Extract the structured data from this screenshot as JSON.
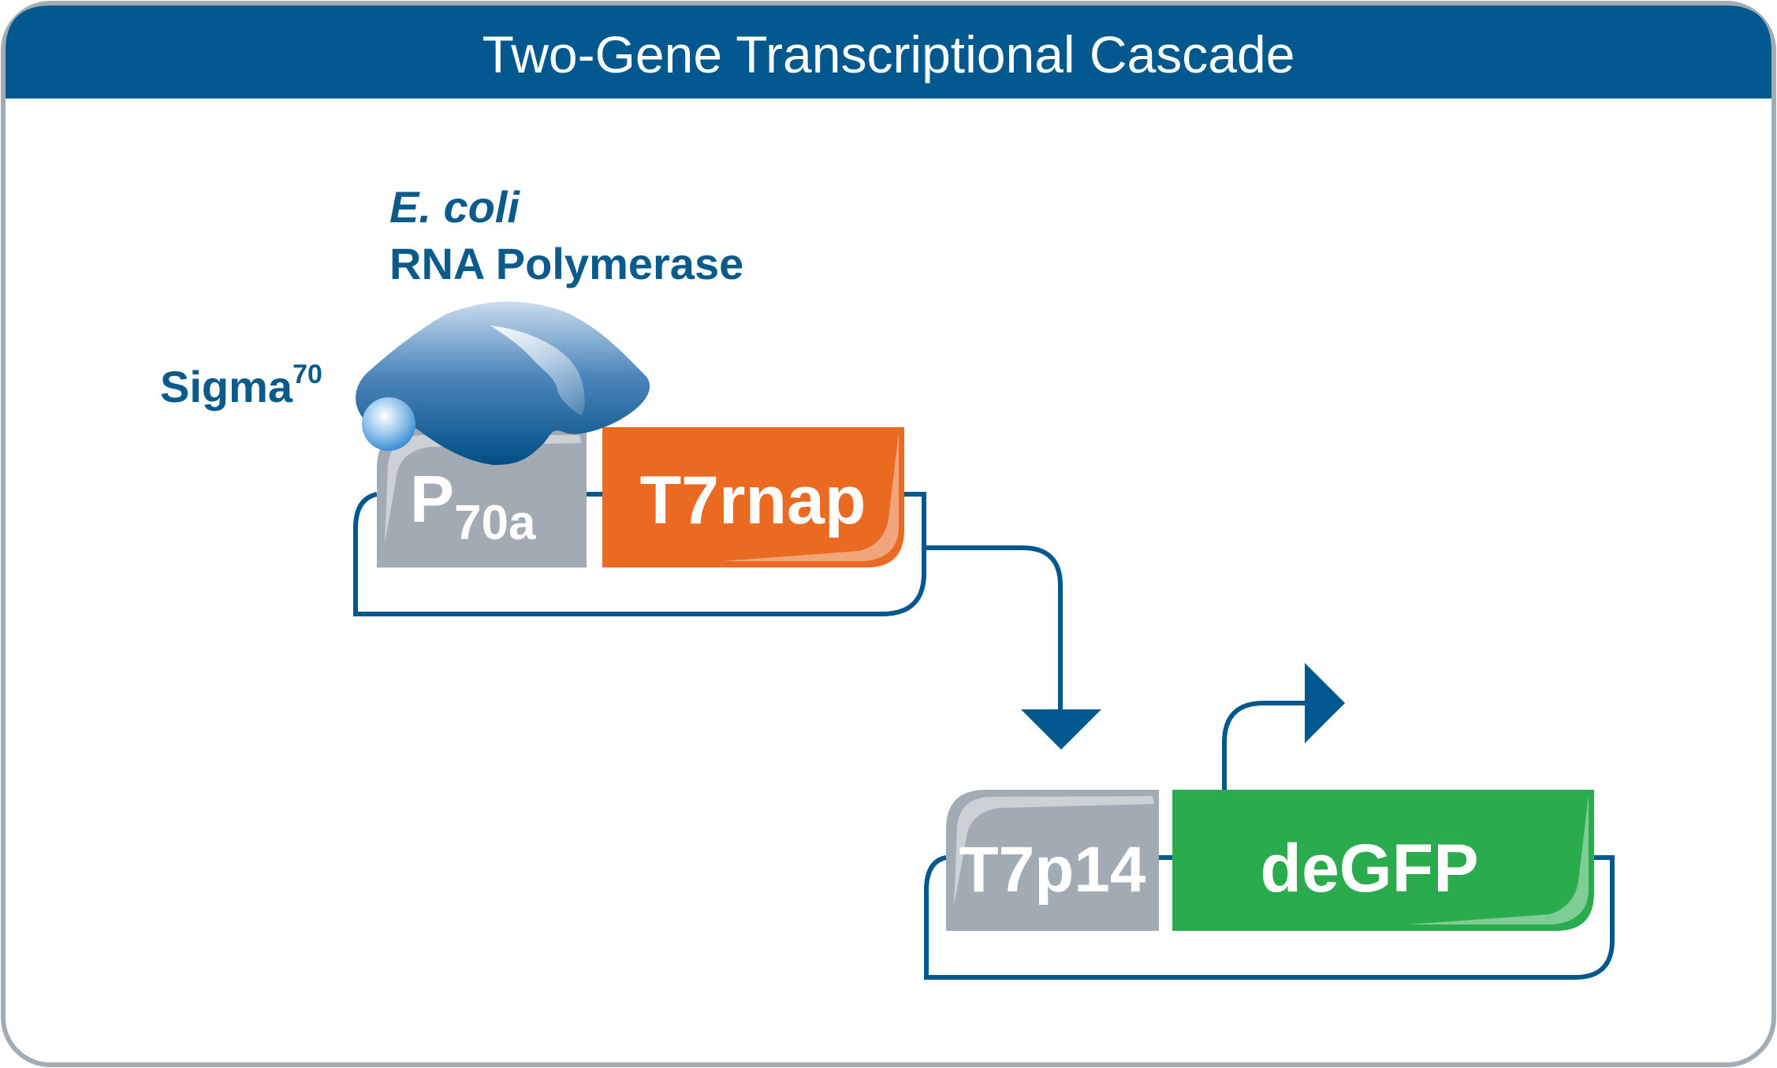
{
  "diagram": {
    "title": "Two-Gene Transcriptional Cascade",
    "polymerase": {
      "organism": "E. coli",
      "name": "RNA Polymerase",
      "sigma_label": "Sigma",
      "sigma_superscript": "70"
    },
    "cassette1": {
      "promoter_main": "P",
      "promoter_sub": "70a",
      "gene": "T7rnap"
    },
    "cassette2": {
      "promoter": "T7p14",
      "gene": "deGFP"
    },
    "colors": {
      "header": "#00588f",
      "frame": "#a3acb3",
      "dna_line": "#00588f",
      "promoter": "#a2abb3",
      "gene1": "#ea6a22",
      "gene2": "#2aab4d",
      "label_text": "#0a5a8c"
    }
  }
}
